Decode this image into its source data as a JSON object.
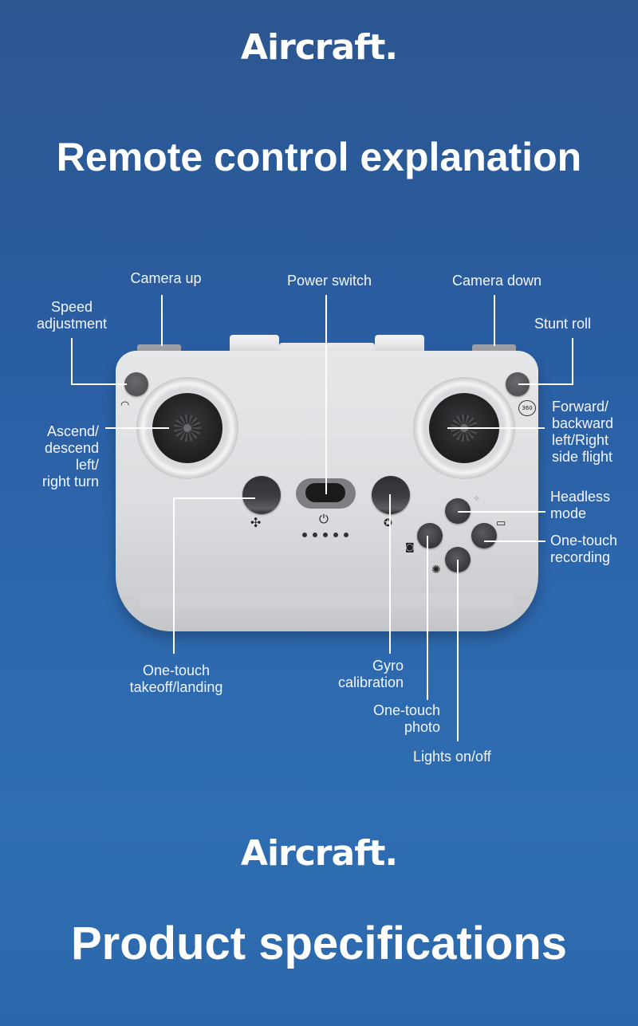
{
  "header": {
    "brand": "Aircraft.",
    "title": "Remote control explanation"
  },
  "labels": {
    "camera_up": "Camera up",
    "power_switch": "Power switch",
    "camera_down": "Camera down",
    "speed_adjustment": [
      "Speed",
      "adjustment"
    ],
    "stunt_roll": "Stunt roll",
    "ascend_descend": [
      "Ascend/",
      "descend",
      "left/",
      "right turn"
    ],
    "forward_backward": [
      "Forward/",
      "backward",
      "left/Right",
      "side flight"
    ],
    "headless_mode": [
      "Headless",
      "mode"
    ],
    "one_touch_recording": [
      "One-touch",
      "recording"
    ],
    "one_touch_takeoff": [
      "One-touch",
      "takeoff/landing"
    ],
    "gyro_calibration": [
      "Gyro",
      "calibration"
    ],
    "one_touch_photo": [
      "One-touch",
      "photo"
    ],
    "lights": "Lights on/off"
  },
  "controller": {
    "stunt_icon_text": "360",
    "battery_dots": 5
  },
  "footer": {
    "brand": "Aircraft.",
    "title": "Product specifications"
  },
  "colors": {
    "background": "#2a5ea3",
    "controller_body": "#dcdde0",
    "button": "#3c3d40",
    "text": "#ffffff"
  }
}
